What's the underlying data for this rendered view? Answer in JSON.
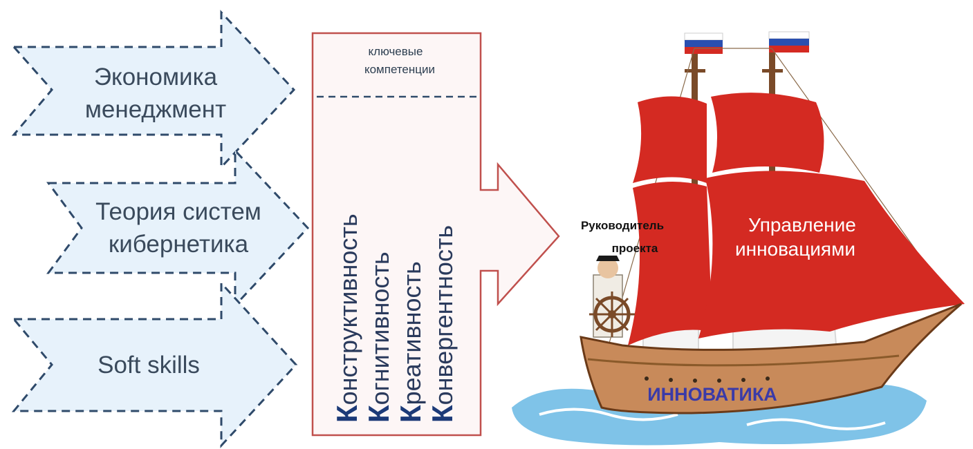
{
  "arrows": [
    {
      "line1": "Экономика",
      "line2": "менеджмент"
    },
    {
      "line1": "Теория систем",
      "line2": "кибернетика"
    },
    {
      "line1": "Soft skills",
      "line2": ""
    }
  ],
  "competencies": {
    "title_line1": "ключевые",
    "title_line2": "компетенции",
    "items": [
      {
        "first": "К",
        "rest": "онструктивность"
      },
      {
        "first": "К",
        "rest": "огнитивность"
      },
      {
        "first": "К",
        "rest": "реативность"
      },
      {
        "first": "К",
        "rest": "онвергентность"
      }
    ]
  },
  "ship": {
    "captain_line1": "Руководитель",
    "captain_line2": "проекта",
    "sail_line1": "Управление",
    "sail_line2": "инновациями",
    "hull_label": "ИННОВАТИКА"
  },
  "colors": {
    "arrow_fill": "#e7f2fb",
    "arrow_stroke": "#2f4a6a",
    "box_stroke": "#c0504d",
    "box_fill": "#fdf6f6",
    "sail": "#d42a22",
    "hull": "#c88a5a",
    "water": "#7fc3e8"
  }
}
